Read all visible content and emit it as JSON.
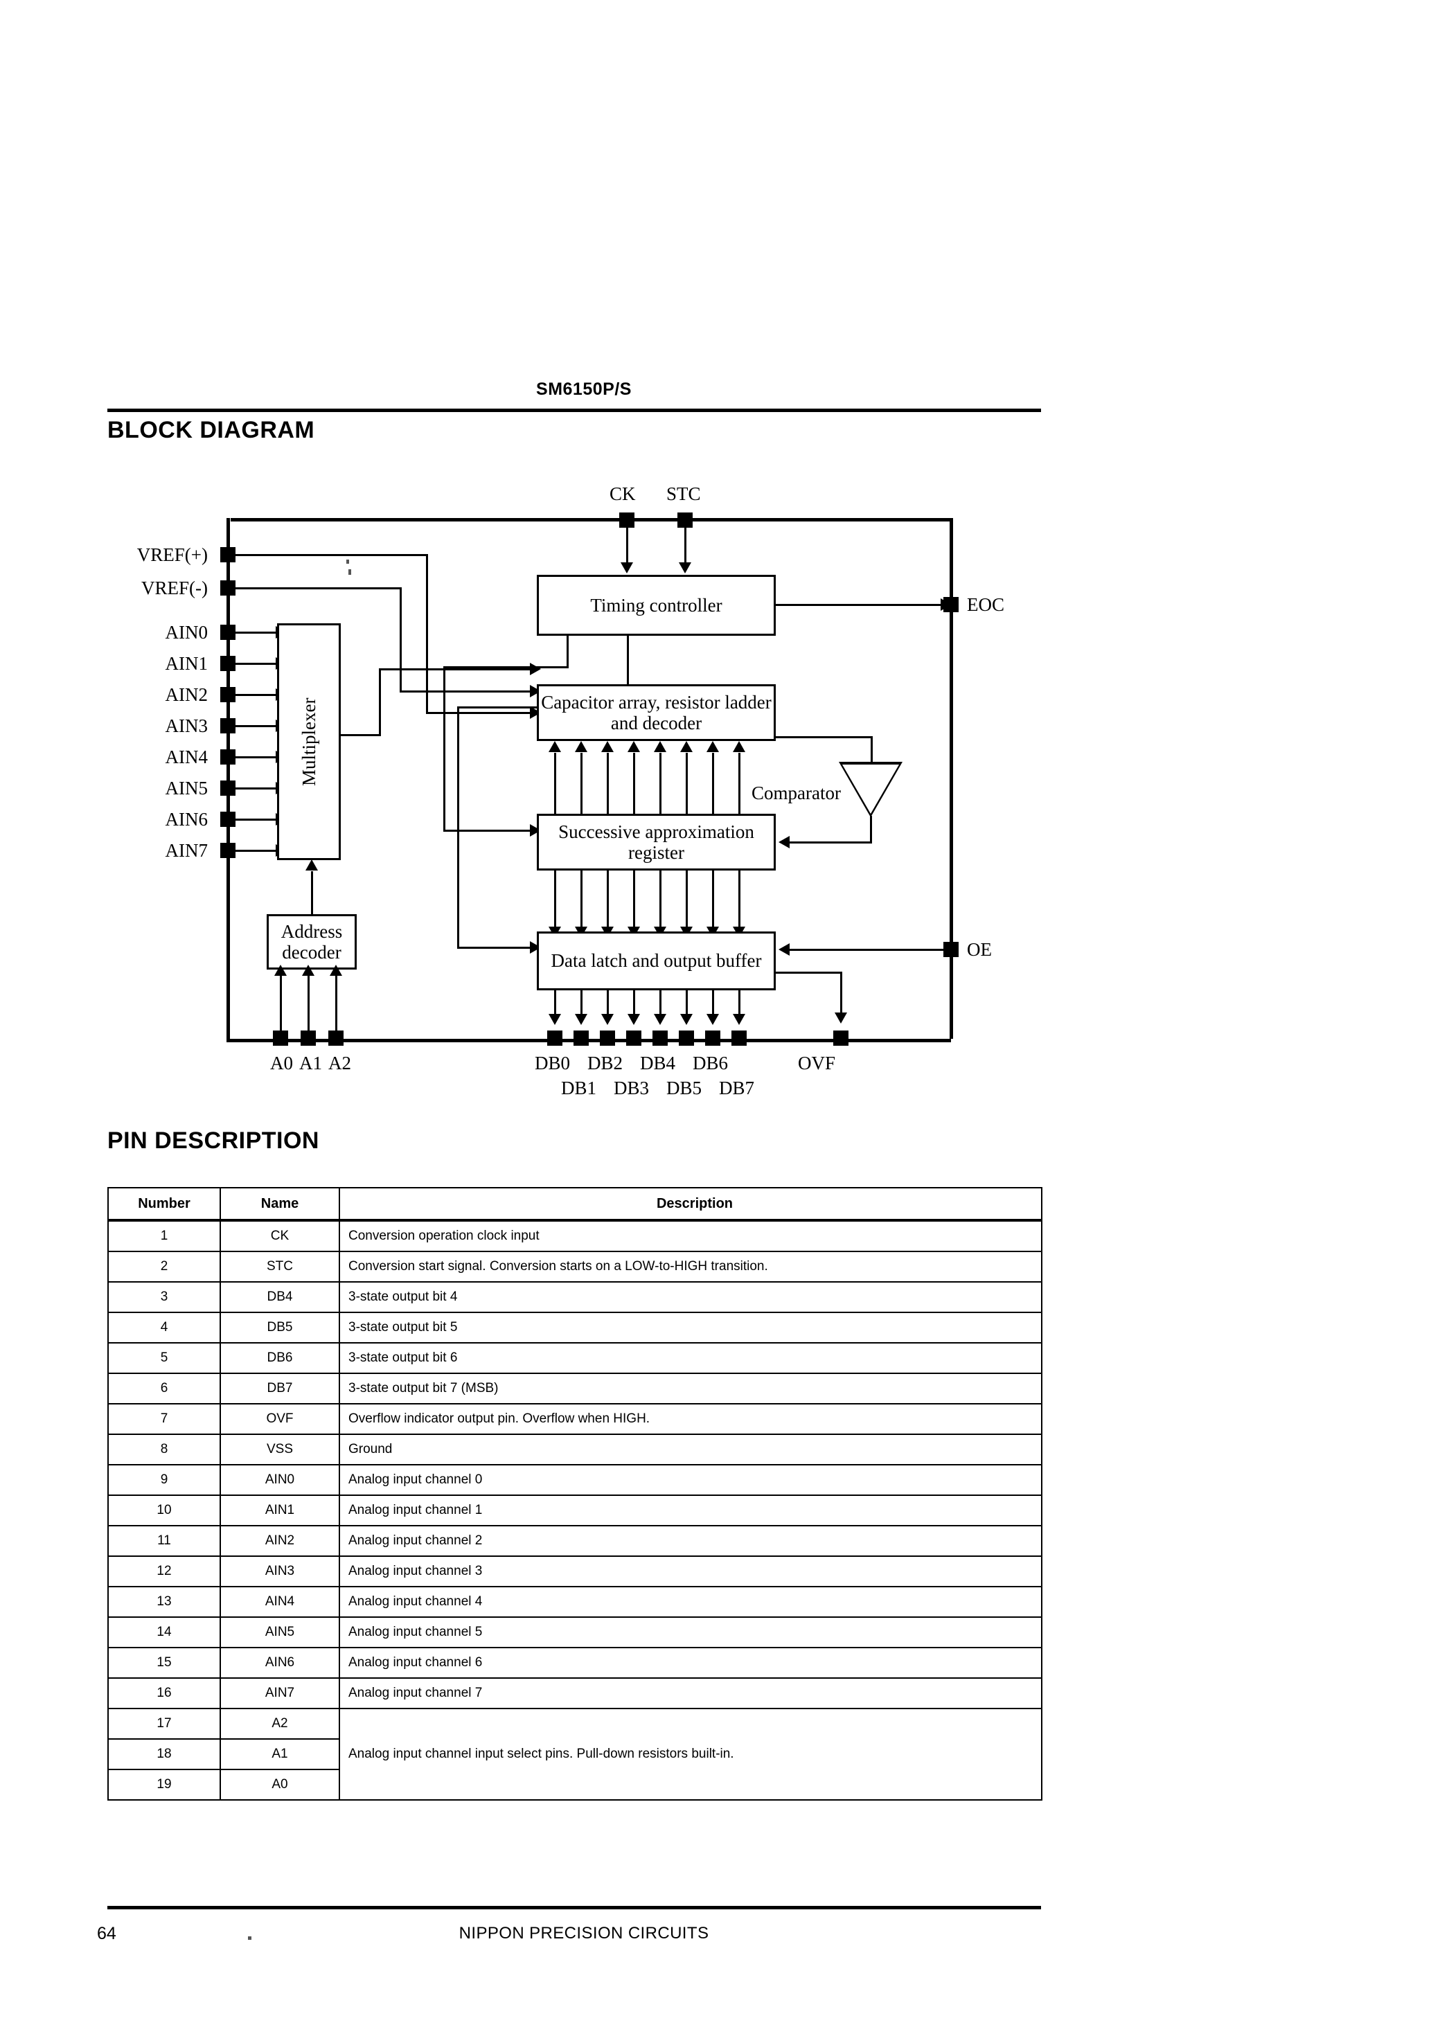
{
  "page": {
    "header_title": "SM6150P/S",
    "footer_page_number": "64",
    "footer_company": "NIPPON PRECISION CIRCUITS"
  },
  "sections": {
    "block_diagram_heading": "BLOCK DIAGRAM",
    "pin_description_heading": "PIN DESCRIPTION"
  },
  "block_diagram": {
    "blocks": [
      {
        "id": "multiplexer",
        "label": "Multiplexer"
      },
      {
        "id": "timing-controller",
        "label": "Timing controller"
      },
      {
        "id": "capacitor-array",
        "label": "Capacitor array, resistor ladder and decoder"
      },
      {
        "id": "sar",
        "label": "Successive approximation register"
      },
      {
        "id": "data-latch",
        "label": "Data latch and output buffer"
      },
      {
        "id": "address-decoder",
        "label": "Address decoder"
      },
      {
        "id": "comparator",
        "label": "Comparator"
      }
    ],
    "top_pins": [
      "CK",
      "STC"
    ],
    "left_pins": [
      "VREF(+)",
      "VREF(-)",
      "AIN0",
      "AIN1",
      "AIN2",
      "AIN3",
      "AIN4",
      "AIN5",
      "AIN6",
      "AIN7"
    ],
    "right_pins": [
      "EOC",
      "OE"
    ],
    "bottom_address_pins": [
      "A0",
      "A1",
      "A2"
    ],
    "bottom_data_pins_upper": [
      "DB0",
      "DB2",
      "DB4",
      "DB6"
    ],
    "bottom_data_pins_lower": [
      "DB1",
      "DB3",
      "DB5",
      "DB7"
    ],
    "bottom_overflow_pin": "OVF",
    "ink_color": "#000000"
  },
  "pin_table": {
    "columns": [
      "Number",
      "Name",
      "Description"
    ],
    "rows": [
      {
        "number": "1",
        "name": "CK",
        "description": "Conversion operation clock input"
      },
      {
        "number": "2",
        "name": "STC",
        "description": "Conversion start signal. Conversion starts on a LOW-to-HIGH transition."
      },
      {
        "number": "3",
        "name": "DB4",
        "description": "3-state output bit 4"
      },
      {
        "number": "4",
        "name": "DB5",
        "description": "3-state output bit 5"
      },
      {
        "number": "5",
        "name": "DB6",
        "description": "3-state output bit 6"
      },
      {
        "number": "6",
        "name": "DB7",
        "description": "3-state output bit 7 (MSB)"
      },
      {
        "number": "7",
        "name": "OVF",
        "description": "Overflow indicator output pin. Overflow when HIGH."
      },
      {
        "number": "8",
        "name": "VSS",
        "description": "Ground"
      },
      {
        "number": "9",
        "name": "AIN0",
        "description": "Analog input channel 0"
      },
      {
        "number": "10",
        "name": "AIN1",
        "description": "Analog input channel 1"
      },
      {
        "number": "11",
        "name": "AIN2",
        "description": "Analog input channel 2"
      },
      {
        "number": "12",
        "name": "AIN3",
        "description": "Analog input channel 3"
      },
      {
        "number": "13",
        "name": "AIN4",
        "description": "Analog input channel 4"
      },
      {
        "number": "14",
        "name": "AIN5",
        "description": "Analog input channel 5"
      },
      {
        "number": "15",
        "name": "AIN6",
        "description": "Analog input channel 6"
      },
      {
        "number": "16",
        "name": "AIN7",
        "description": "Analog input channel 7"
      },
      {
        "number": "17",
        "name": "A2",
        "description": ""
      },
      {
        "number": "18",
        "name": "A1",
        "description": "Analog input channel input select pins. Pull-down resistors built-in."
      },
      {
        "number": "19",
        "name": "A0",
        "description": ""
      }
    ],
    "merged_description_rows": [
      17,
      18,
      19
    ],
    "merged_description_text": "Analog input channel input select pins. Pull-down resistors built-in."
  }
}
